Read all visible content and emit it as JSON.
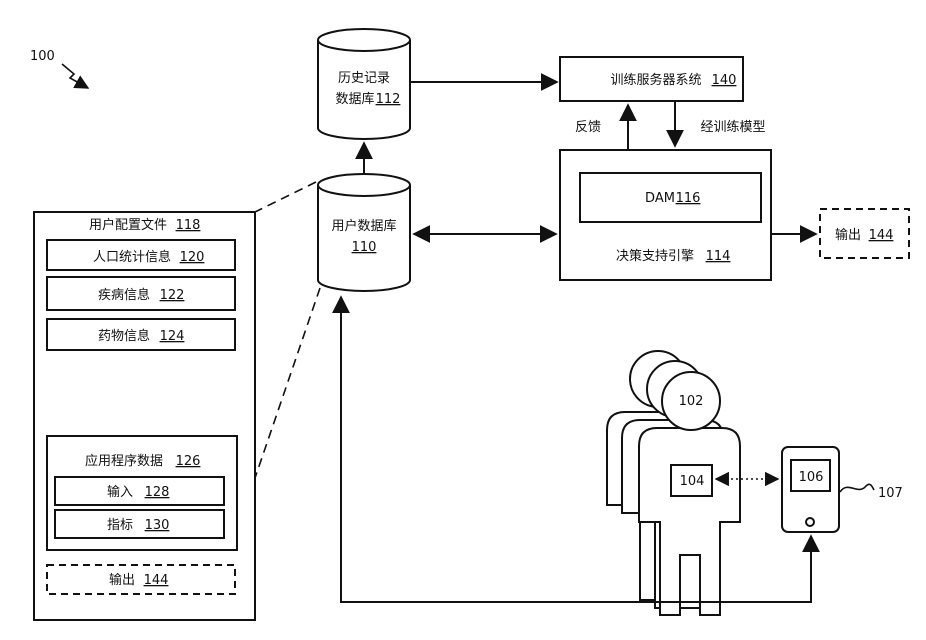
{
  "figure": {
    "ref": "100",
    "historical_db": {
      "line1": "历史记录",
      "line2": "数据库",
      "num": "112"
    },
    "training_server": {
      "label": "训练服务器系统",
      "num": "140"
    },
    "feedback": "反馈",
    "trained_model": "经训练模型",
    "dam": {
      "label": "DAM",
      "num": "116"
    },
    "decision_engine": {
      "label": "决策支持引擎",
      "num": "114"
    },
    "output_right": {
      "label": "输出",
      "num": "144"
    },
    "user_db": {
      "line1": "用户数据库",
      "num": "110"
    },
    "user_profile": {
      "label": "用户配置文件",
      "num": "118"
    },
    "demographics": {
      "label": "人口统计信息",
      "num": "120"
    },
    "disease_info": {
      "label": "疾病信息",
      "num": "122"
    },
    "medication_info": {
      "label": "药物信息",
      "num": "124"
    },
    "app_data": {
      "label": "应用程序数据",
      "num": "126"
    },
    "input": {
      "label": "输入",
      "num": "128"
    },
    "metrics": {
      "label": "指标",
      "num": "130"
    },
    "output_profile": {
      "label": "输出",
      "num": "144"
    },
    "user_ref": "102",
    "wearable_ref": "104",
    "device_screen_ref": "106",
    "device_ref": "107"
  }
}
